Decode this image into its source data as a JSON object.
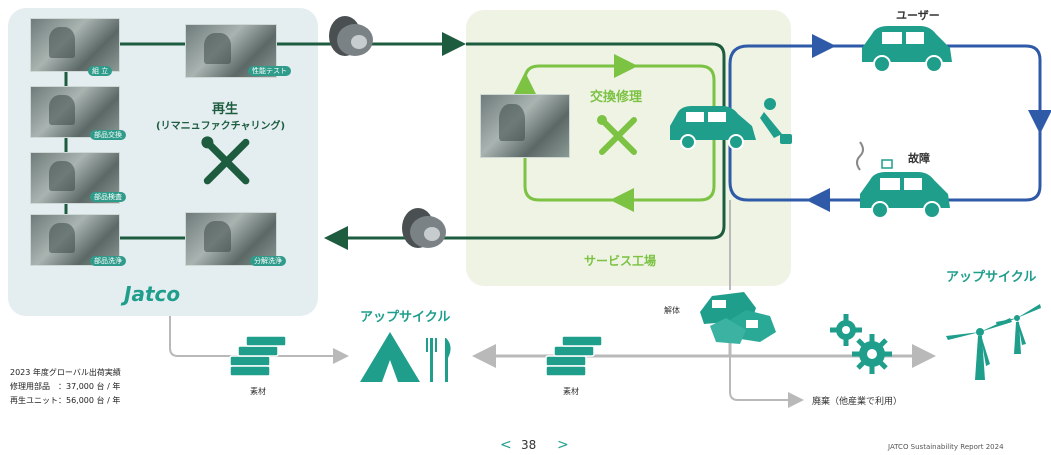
{
  "remanufacturing": {
    "title": "再生",
    "subtitle": "(リマニュファクチャリング)",
    "brand": "Jatco",
    "steps": {
      "assembly": "組 立",
      "performance_test": "性能テスト",
      "parts_replacement": "部品交換",
      "parts_inspection": "部品検査",
      "parts_cleaning": "部品洗浄",
      "disassembly_cleaning": "分解洗浄"
    }
  },
  "service": {
    "label": "サービス工場",
    "repair_title": "交換修理"
  },
  "user": {
    "user_label": "ユーザー",
    "breakdown_label": "故障"
  },
  "recycle": {
    "dismantle_label": "解体",
    "upcycle_center": "アップサイクル",
    "upcycle_right": "アップサイクル",
    "waste_label": "廃棄（他産業で利用）",
    "material_left": "素材",
    "material_right": "素材"
  },
  "shipments": {
    "title": "2023 年度グローバル出荷実績",
    "parts": "修理用部品　：37,000 台 / 年",
    "units": "再生ユニット：56,000 台 / 年"
  },
  "footer": {
    "prev": "<",
    "page_number": "38",
    "next": ">",
    "report_title": "JATCO Sustainability Report 2024"
  },
  "colors": {
    "teal": "#1f9e8c",
    "dark_green": "#1d5c3f",
    "lime": "#7cc243",
    "blue": "#2f5aa8",
    "gray": "#b9b9b9"
  },
  "icons": [
    "wrench-screwdriver-icon",
    "car-icon",
    "broken-car-icon",
    "transmission-icon",
    "material-stack-icon",
    "tent-dining-icon",
    "gear-icon",
    "wind-turbine-icon",
    "dismantled-cars-icon"
  ]
}
